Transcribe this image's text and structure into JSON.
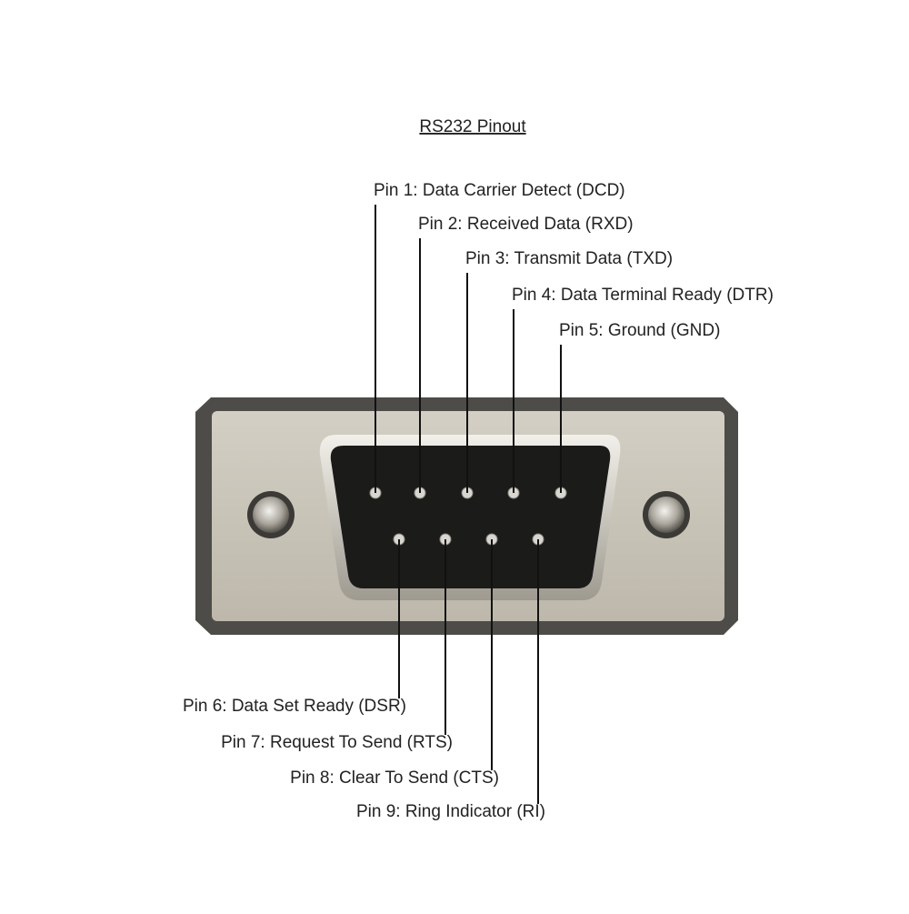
{
  "title": "RS232 Pinout",
  "pins_top": [
    {
      "number": 1,
      "label": "Pin 1: Data Carrier Detect (DCD)"
    },
    {
      "number": 2,
      "label": "Pin 2: Received Data (RXD)"
    },
    {
      "number": 3,
      "label": "Pin 3: Transmit Data (TXD)"
    },
    {
      "number": 4,
      "label": "Pin 4: Data Terminal Ready (DTR)"
    },
    {
      "number": 5,
      "label": "Pin 5: Ground (GND)"
    }
  ],
  "pins_bottom": [
    {
      "number": 6,
      "label": "Pin 6: Data Set Ready (DSR)"
    },
    {
      "number": 7,
      "label": "Pin 7: Request To Send (RTS)"
    },
    {
      "number": 8,
      "label": "Pin 8: Clear To Send (CTS)"
    },
    {
      "number": 9,
      "label": "Pin 9: Ring Indicator (RI)"
    }
  ]
}
